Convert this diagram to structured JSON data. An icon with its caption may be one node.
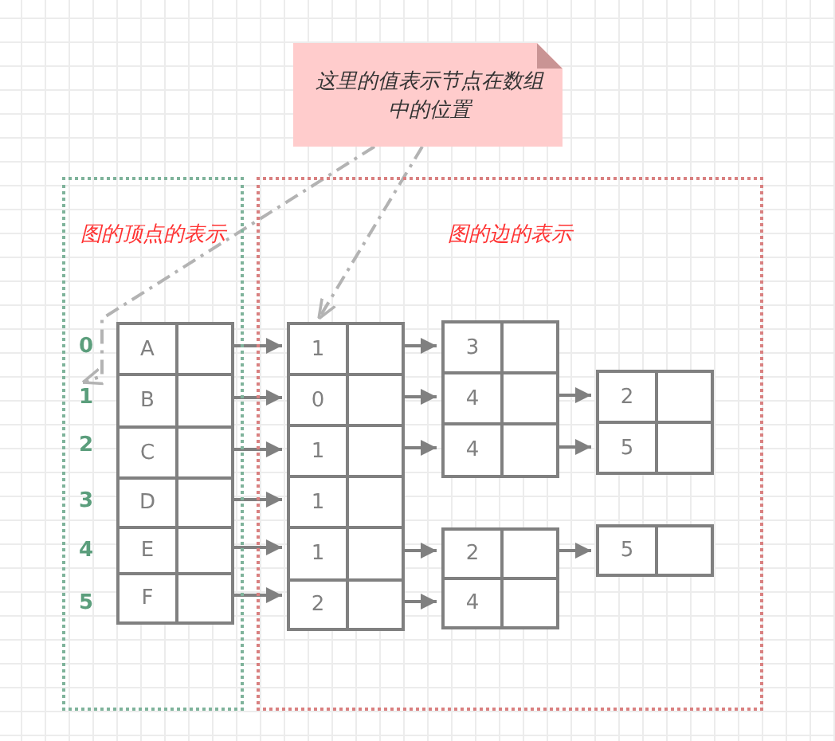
{
  "diagram": {
    "nodes": [
      {
        "text": [
          "这里的值表示节点在数组中的位置"
        ]
      },
      {
        "text": [
          "图的顶点的表示"
        ]
      },
      {
        "text": [
          "图的边的表示"
        ]
      },
      {
        "text": [
          "0"
        ],
        "in": 1
      },
      {
        "text": [
          "1"
        ],
        "in": 1
      },
      {
        "text": [
          "2"
        ],
        "in": 1
      },
      {
        "text": [
          "3"
        ],
        "in": 1
      },
      {
        "text": [
          "4"
        ],
        "in": 1
      },
      {
        "text": [
          "5"
        ],
        "in": 1
      },
      {
        "text": [
          "A"
        ],
        "in": 1
      },
      {
        "text": [
          "B"
        ],
        "in": 1
      },
      {
        "text": [
          "C"
        ],
        "in": 1
      },
      {
        "text": [
          "D"
        ],
        "in": 1
      },
      {
        "text": [
          "E"
        ],
        "in": 1
      },
      {
        "text": [
          "F"
        ],
        "in": 1
      },
      {
        "text": [
          "1"
        ],
        "in": 2
      },
      {
        "text": [
          "0"
        ],
        "in": 2
      },
      {
        "text": [
          "1"
        ],
        "in": 2
      },
      {
        "text": [
          "1"
        ],
        "in": 2
      },
      {
        "text": [
          "1"
        ],
        "in": 2
      },
      {
        "text": [
          "2"
        ],
        "in": 2
      },
      {
        "text": [
          "3"
        ],
        "in": 2
      },
      {
        "text": [
          "4"
        ],
        "in": 2
      },
      {
        "text": [
          "4"
        ],
        "in": 2
      },
      {
        "text": [
          "2"
        ],
        "in": 2
      },
      {
        "text": [
          "4"
        ],
        "in": 2
      },
      {
        "text": [
          "2"
        ],
        "in": 2
      },
      {
        "text": [
          "5"
        ],
        "in": 2
      },
      {
        "text": [
          "5"
        ],
        "in": 2
      }
    ],
    "edges": [
      {
        "from": 0,
        "to": 4,
        "arrow": "to",
        "style": "dashed",
        "color": "#b3b3b3"
      },
      {
        "from": 0,
        "to": 15,
        "arrow": "to",
        "style": "dashed",
        "color": "#b3b3b3"
      },
      {
        "from": 9,
        "to": 15,
        "arrow": "to"
      },
      {
        "from": 10,
        "to": 16,
        "arrow": "to"
      },
      {
        "from": 11,
        "to": 17,
        "arrow": "to"
      },
      {
        "from": 12,
        "to": 18,
        "arrow": "to"
      },
      {
        "from": 13,
        "to": 19,
        "arrow": "to"
      },
      {
        "from": 14,
        "to": 20,
        "arrow": "to"
      },
      {
        "from": 15,
        "to": 21,
        "arrow": "to"
      },
      {
        "from": 16,
        "to": 22,
        "arrow": "to"
      },
      {
        "from": 17,
        "to": 23,
        "arrow": "to"
      },
      {
        "from": 19,
        "to": 24,
        "arrow": "to"
      },
      {
        "from": 20,
        "to": 25,
        "arrow": "to"
      },
      {
        "from": 22,
        "to": 26,
        "arrow": "to"
      },
      {
        "from": 23,
        "to": 27,
        "arrow": "to"
      },
      {
        "from": 24,
        "to": 28,
        "arrow": "to"
      }
    ]
  }
}
